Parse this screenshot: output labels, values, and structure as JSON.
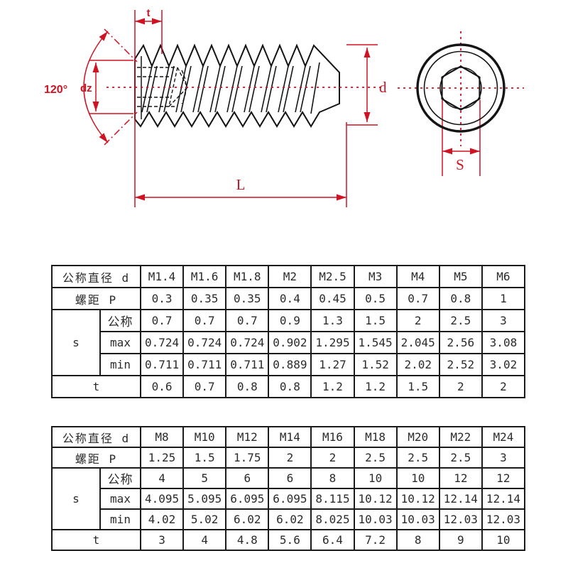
{
  "diagram": {
    "side_view": {
      "socket_depth_label": "t",
      "point_angle_label": "120°",
      "cup_diameter_label": "dz",
      "thread_diameter_label": "d",
      "length_label": "L"
    },
    "end_view": {
      "socket_width_label": "S"
    },
    "colors": {
      "dimension_red": "#cf1322",
      "line_black": "#141414"
    }
  },
  "tables": [
    {
      "diameter_header": "公称直径 d",
      "pitch_header": "螺距 P",
      "s_header": "s",
      "s_nominal_header": "公称",
      "s_max_header": "max",
      "s_min_header": "min",
      "t_header": "t",
      "sizes": [
        "M1.4",
        "M1.6",
        "M1.8",
        "M2",
        "M2.5",
        "M3",
        "M4",
        "M5",
        "M6"
      ],
      "pitch": [
        "0.3",
        "0.35",
        "0.35",
        "0.4",
        "0.45",
        "0.5",
        "0.7",
        "0.8",
        "1"
      ],
      "s_nominal": [
        "0.7",
        "0.7",
        "0.7",
        "0.9",
        "1.3",
        "1.5",
        "2",
        "2.5",
        "3"
      ],
      "s_max": [
        "0.724",
        "0.724",
        "0.724",
        "0.902",
        "1.295",
        "1.545",
        "2.045",
        "2.56",
        "3.08"
      ],
      "s_min": [
        "0.711",
        "0.711",
        "0.711",
        "0.889",
        "1.27",
        "1.52",
        "2.02",
        "2.52",
        "3.02"
      ],
      "t": [
        "0.6",
        "0.7",
        "0.8",
        "0.8",
        "1.2",
        "1.2",
        "1.5",
        "2",
        "2"
      ]
    },
    {
      "diameter_header": "公称直径 d",
      "pitch_header": "螺距 P",
      "s_header": "s",
      "s_nominal_header": "公称",
      "s_max_header": "max",
      "s_min_header": "min",
      "t_header": "t",
      "sizes": [
        "M8",
        "M10",
        "M12",
        "M14",
        "M16",
        "M18",
        "M20",
        "M22",
        "M24"
      ],
      "pitch": [
        "1.25",
        "1.5",
        "1.75",
        "2",
        "2",
        "2.5",
        "2.5",
        "2.5",
        "3"
      ],
      "s_nominal": [
        "4",
        "5",
        "6",
        "6",
        "8",
        "10",
        "10",
        "12",
        "12"
      ],
      "s_max": [
        "4.095",
        "5.095",
        "6.095",
        "6.095",
        "8.115",
        "10.12",
        "10.12",
        "12.14",
        "12.14"
      ],
      "s_min": [
        "4.02",
        "5.02",
        "6.02",
        "6.02",
        "8.025",
        "10.03",
        "10.03",
        "12.03",
        "12.03"
      ],
      "t": [
        "3",
        "4",
        "4.8",
        "5.6",
        "6.4",
        "7.2",
        "8",
        "9",
        "10"
      ]
    }
  ]
}
